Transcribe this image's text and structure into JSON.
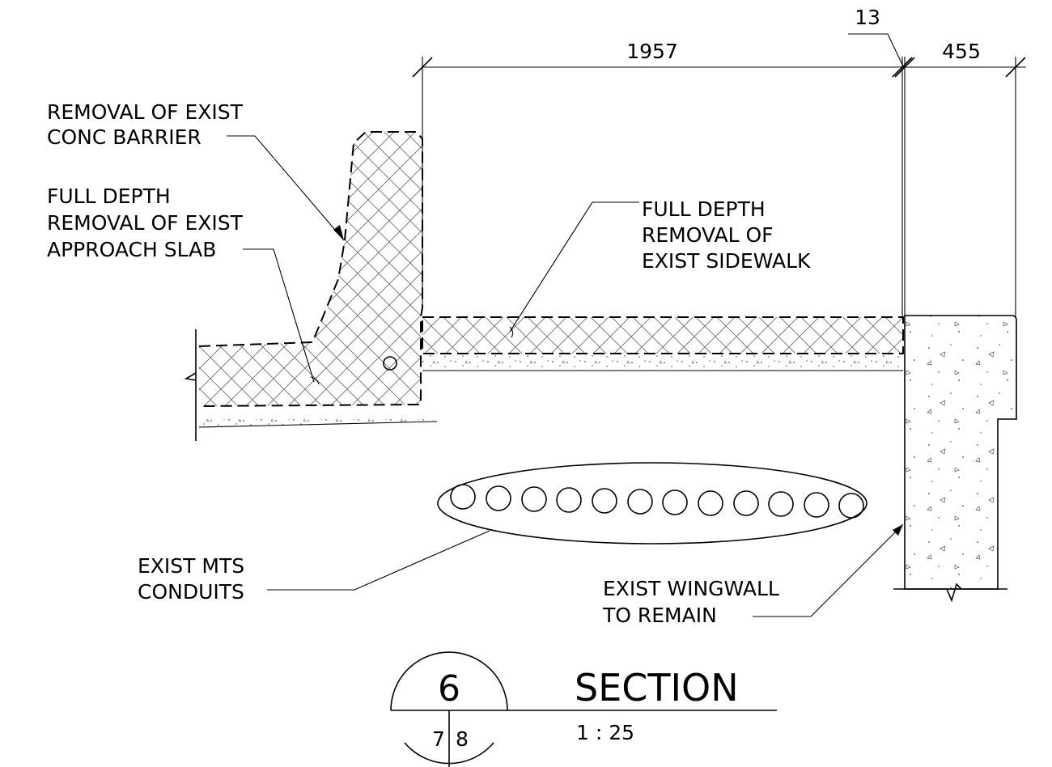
{
  "dimensions": {
    "dim_13": "13",
    "dim_1957": "1957",
    "dim_455": "455"
  },
  "labels": {
    "barrier": [
      "REMOVAL OF EXIST",
      "CONC BARRIER"
    ],
    "approach_slab": [
      "FULL DEPTH",
      "REMOVAL OF EXIST",
      "APPROACH SLAB"
    ],
    "sidewalk": [
      "FULL DEPTH",
      "REMOVAL OF",
      "EXIST SIDEWALK"
    ],
    "conduits": [
      "EXIST MTS",
      "CONDUITS"
    ],
    "wingwall": [
      "EXIST WINGWALL",
      "TO REMAIN"
    ]
  },
  "section_marker": {
    "number": "6",
    "sheet_left": "7",
    "sheet_right": "8",
    "title": "SECTION",
    "scale": "1 : 25"
  }
}
